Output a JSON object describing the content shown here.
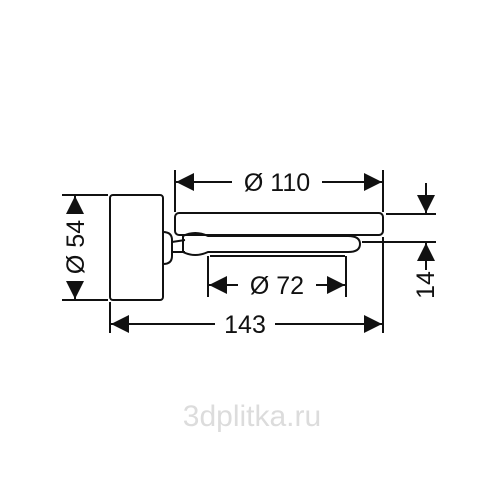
{
  "dimensions": {
    "tray_diameter": "Ø 110",
    "base_diameter": "Ø 72",
    "mount_diameter": "Ø 54",
    "overall_length": "143",
    "height_offset": "14"
  },
  "watermark": "3dplitka.ru",
  "colors": {
    "line": "#111111",
    "watermark": "#dcdcdc",
    "background": "#ffffff"
  }
}
